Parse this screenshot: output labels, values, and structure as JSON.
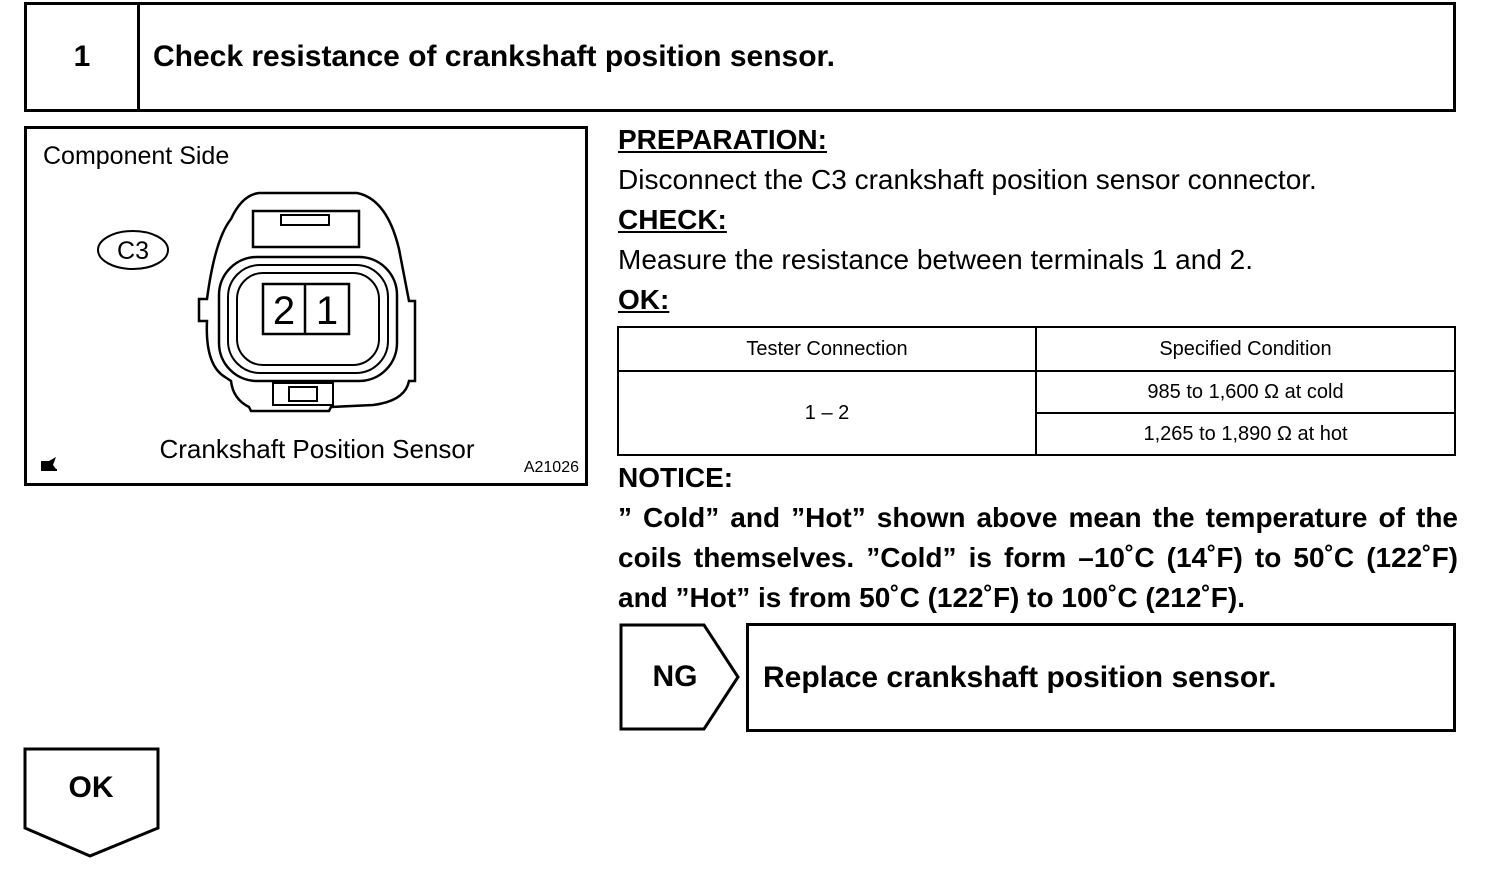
{
  "step": {
    "number": "1",
    "title": "Check resistance of crankshaft position sensor."
  },
  "illustration": {
    "side_label": "Component Side",
    "connector_id": "C3",
    "terminals": [
      "2",
      "1"
    ],
    "caption": "Crankshaft Position Sensor",
    "figure_code": "A21026"
  },
  "preparation": {
    "heading": "PREPARATION:",
    "text": "Disconnect the C3 crankshaft position sensor connector."
  },
  "check": {
    "heading": "CHECK:",
    "text": "Measure the resistance between terminals 1 and 2."
  },
  "ok_heading": "OK:",
  "spec_table": {
    "headers": [
      "Tester Connection",
      "Specified Condition"
    ],
    "connection": "1 – 2",
    "conditions": [
      "985 to 1,600 Ω at cold",
      "1,265 to 1,890 Ω at hot"
    ]
  },
  "notice": {
    "heading": "NOTICE:",
    "text": "” Cold” and ”Hot” shown above mean the temperature of the coils themselves. ”Cold” is form –10˚C (14˚F) to 50˚C (122˚F) and ”Hot” is from 50˚C (122˚F) to 100˚C (212˚F)."
  },
  "ng_branch": {
    "label": "NG",
    "action": "Replace crankshaft position sensor."
  },
  "ok_branch": {
    "label": "OK"
  }
}
